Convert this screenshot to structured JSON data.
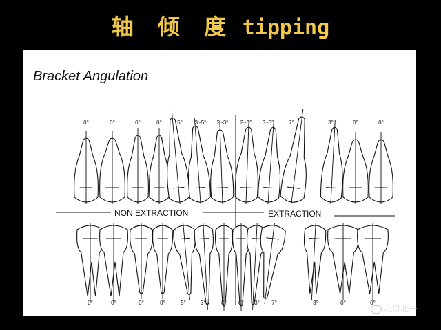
{
  "slide": {
    "title_cn": "轴 倾 度",
    "title_en": "tipping"
  },
  "diagram": {
    "heading": "Bracket Angulation",
    "section_labels": {
      "non_extraction": "NON EXTRACTION",
      "extraction": "EXTRACTION"
    },
    "upper_angles": [
      "0°",
      "0°",
      "0°",
      "0°",
      "5°",
      "3~5°",
      "2~3°",
      "2~3°",
      "3~5°",
      "7°",
      "3°",
      "0°",
      "0°"
    ],
    "lower_angles": [
      "0°",
      "0°",
      "0°",
      "0°",
      "5°",
      "3°",
      "0°",
      "0°",
      "3°",
      "7°",
      "3°",
      "0°",
      "0°"
    ]
  },
  "watermark": {
    "text": "北京北一"
  },
  "colors": {
    "background": "#000000",
    "title": "#f2c84b",
    "panel": "#ffffff",
    "ink": "#111111"
  }
}
